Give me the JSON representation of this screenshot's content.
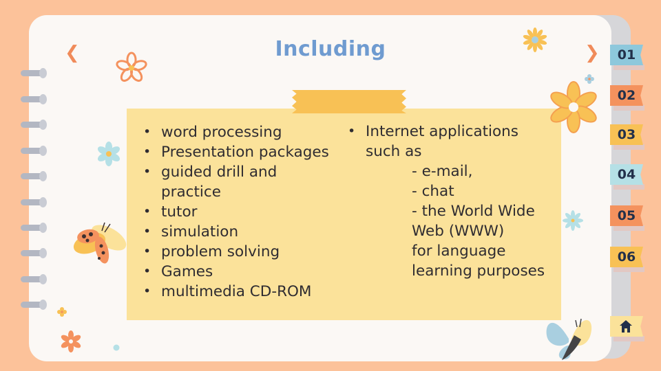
{
  "title": "Including",
  "left_column": [
    "word processing",
    "Presentation packages",
    "guided drill and practice",
    "tutor",
    "simulation",
    "problem solving",
    "Games",
    "multimedia CD-ROM"
  ],
  "right_column": {
    "lead": "Internet applications such as",
    "sub_items": [
      "- e-mail,",
      "- chat",
      "-  the World Wide Web (WWW)"
    ],
    "tail": "for language learning purposes"
  },
  "tabs": [
    {
      "label": "01",
      "color": "#8dc8dc"
    },
    {
      "label": "02",
      "color": "#f4925e"
    },
    {
      "label": "03",
      "color": "#f8c155"
    },
    {
      "label": "04",
      "color": "#b5e0e6"
    },
    {
      "label": "05",
      "color": "#f4925e"
    },
    {
      "label": "06",
      "color": "#f8c155"
    }
  ],
  "home_icon": "home-icon",
  "colors": {
    "background": "#fcc29a",
    "page": "#fbf8f5",
    "note": "#fbe29a",
    "tape": "#f8c155",
    "title": "#6f9bd0",
    "arrow": "#f08b5a"
  }
}
